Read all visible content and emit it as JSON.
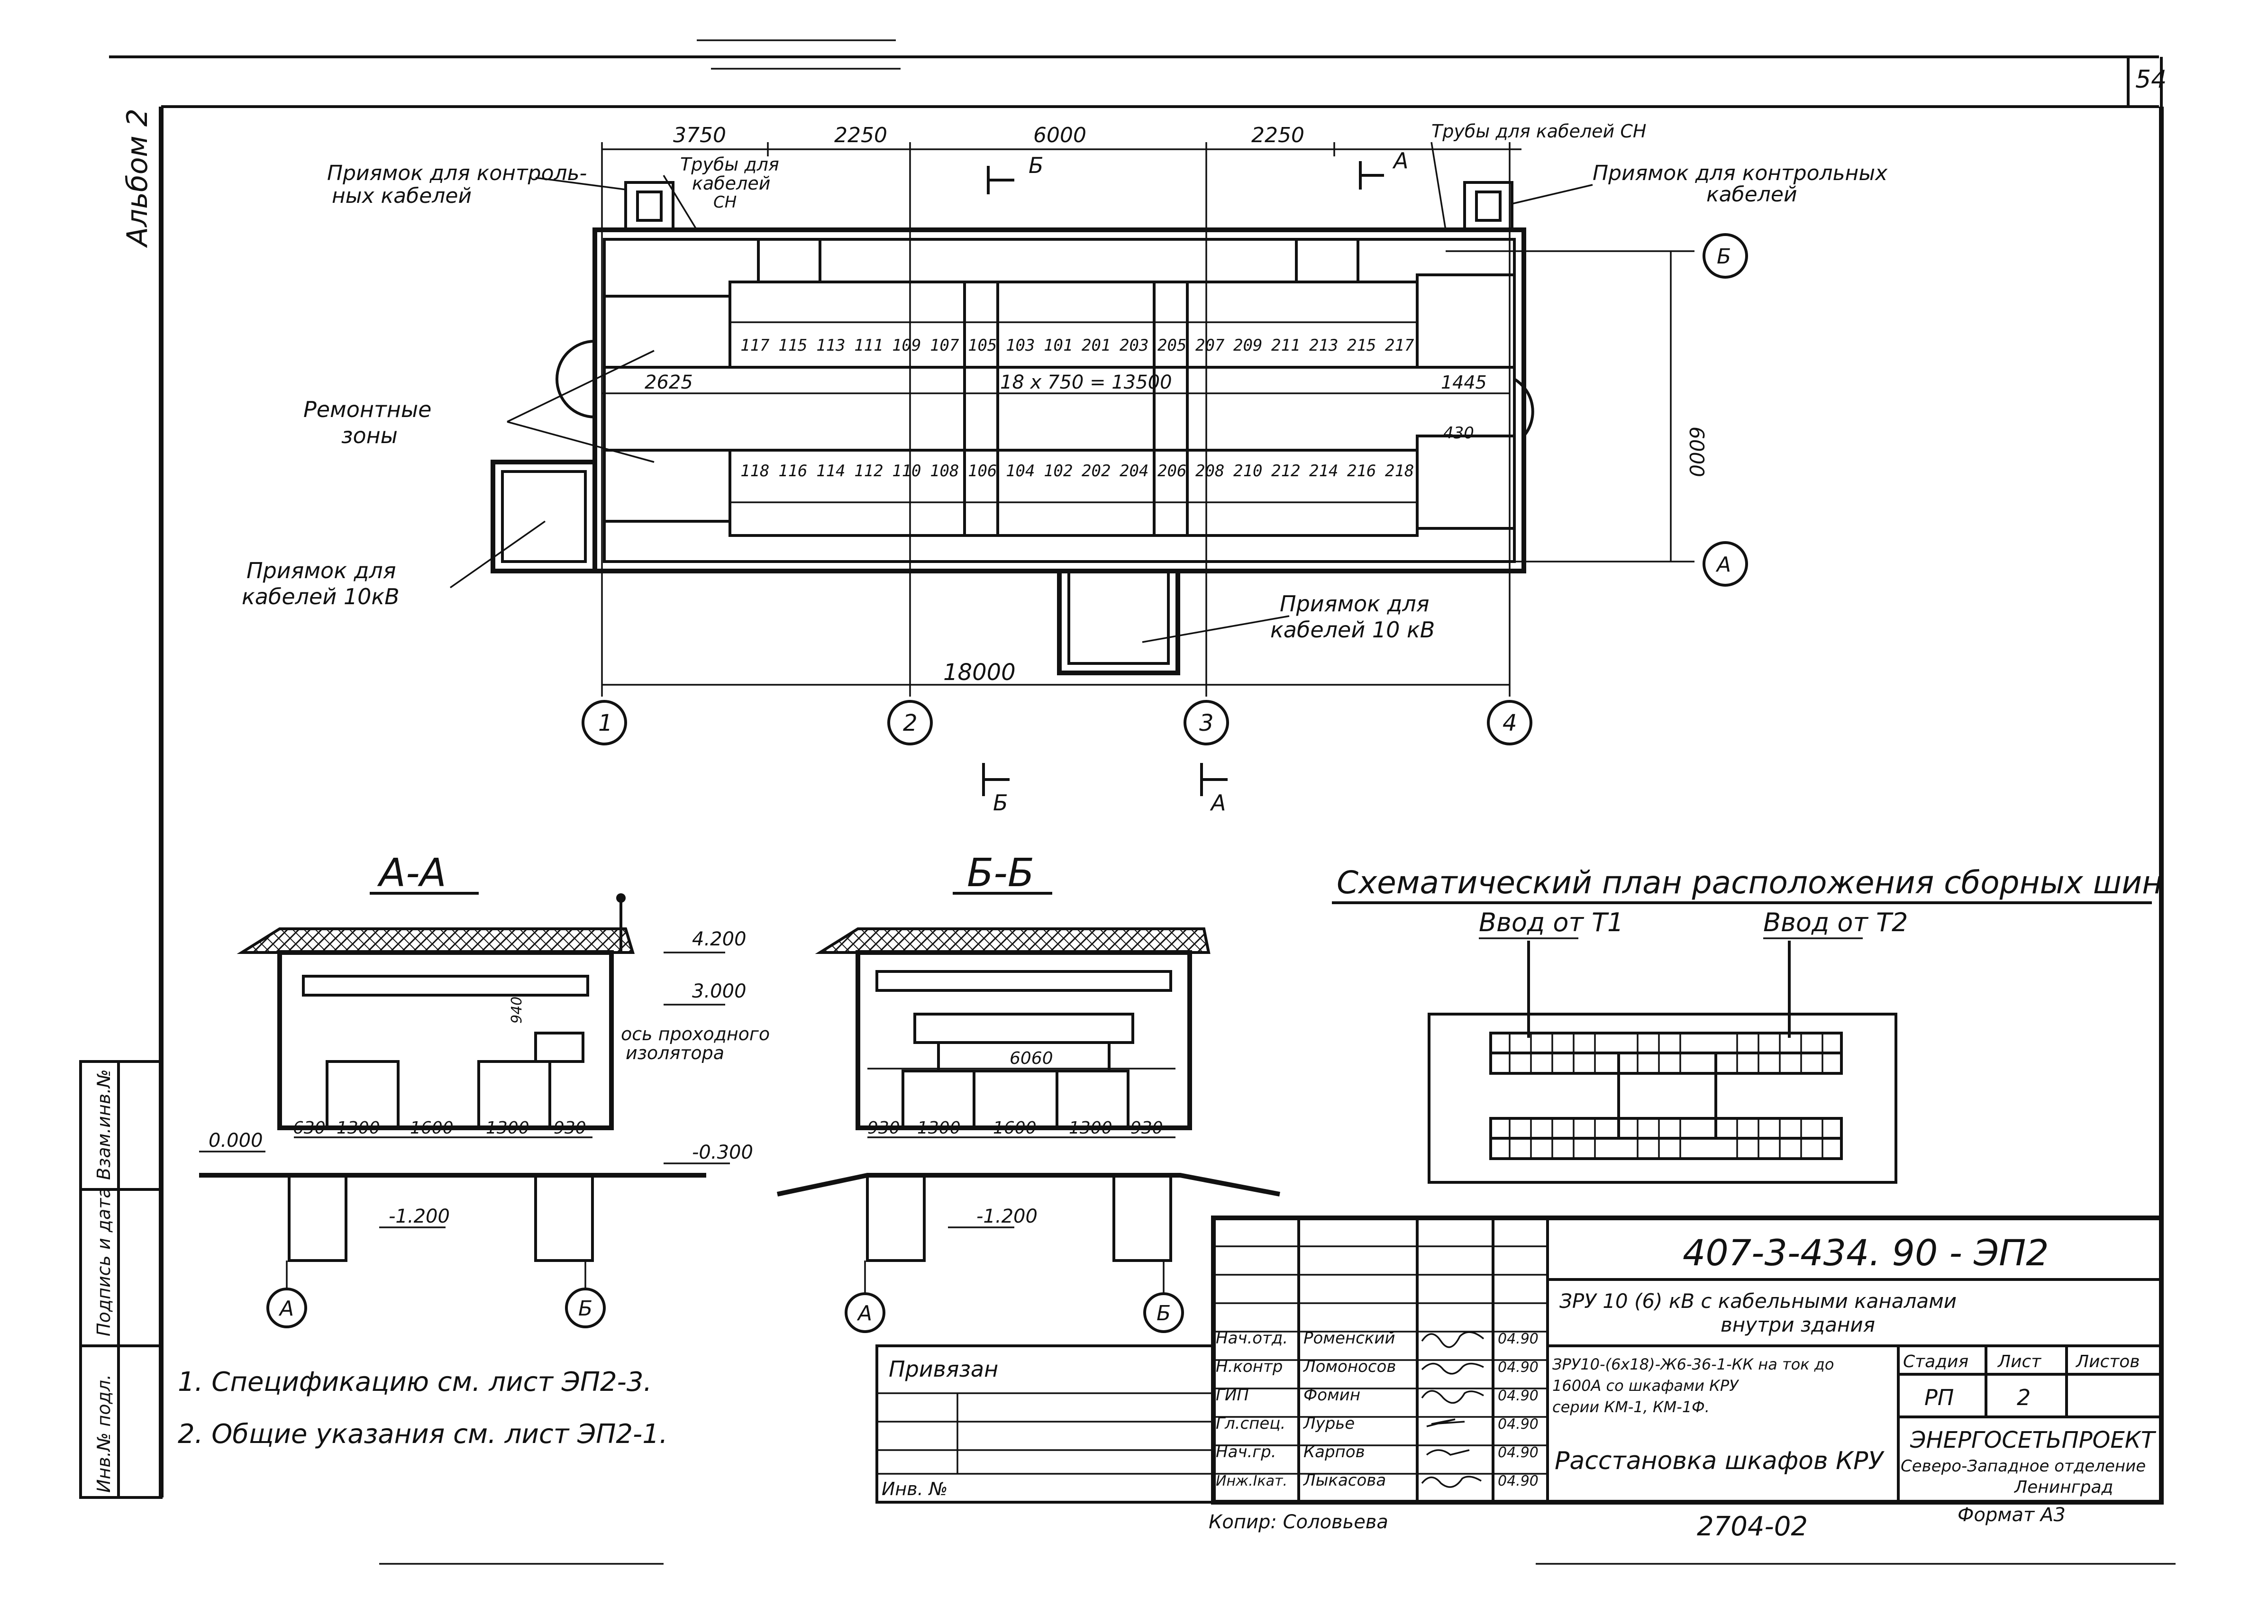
{
  "sheet": {
    "page_number": "54",
    "side_label": "Альбом 2",
    "side_stamp": [
      "Взам.инв.№",
      "Подпись и дата",
      "Инв.№ подл."
    ]
  },
  "plan": {
    "top_dims": [
      "3750",
      "2250",
      "6000",
      "2250"
    ],
    "overall_dim": "18000",
    "inner_dim": "18 x 750 = 13500",
    "left_dim": "2625",
    "right_dim": "1445",
    "small_dim": "430",
    "height_dim": "6000",
    "axes": [
      "1",
      "2",
      "3",
      "4"
    ],
    "rows": [
      "Б",
      "А"
    ],
    "top_cells": [
      "117",
      "115",
      "113",
      "111",
      "109",
      "107",
      "105",
      "103",
      "101",
      "201",
      "203",
      "205",
      "207",
      "209",
      "211",
      "213",
      "215",
      "217"
    ],
    "bottom_cells": [
      "118",
      "116",
      "114",
      "112",
      "110",
      "108",
      "106",
      "104",
      "102",
      "202",
      "204",
      "206",
      "208",
      "210",
      "212",
      "214",
      "216",
      "218"
    ],
    "section_marks": [
      "Б",
      "А"
    ],
    "labels": {
      "pit_control_left": [
        "Приямок для контроль-",
        "ных кабелей"
      ],
      "pipes_sn": [
        "Трубы для",
        "кабелей",
        "СН"
      ],
      "pipes_top": "Трубы для кабелей СН",
      "pit_control_right": [
        "Приямок для контрольных",
        "кабелей"
      ],
      "repair_zones": [
        "Ремонтные",
        "зоны"
      ],
      "pit_10kv_left": [
        "Приямок для",
        "кабелей 10кВ"
      ],
      "pit_10kv_bottom": [
        "Приямок для",
        "кабелей 10 кВ"
      ]
    }
  },
  "section_aa": {
    "title": "А-А",
    "levels": [
      "4.200",
      "3.000",
      "0.000",
      "-0.300",
      "-1.200"
    ],
    "dims": [
      "630",
      "1300",
      "1600",
      "1300",
      "930"
    ],
    "small_dim": "940",
    "note": [
      "ось проходного",
      "изолятора"
    ],
    "axes": [
      "А",
      "Б"
    ]
  },
  "section_bb": {
    "title": "Б-Б",
    "dims": [
      "930",
      "1300",
      "1600",
      "1300",
      "930"
    ],
    "span": "6060",
    "level": "-1.200",
    "axes": [
      "А",
      "Б"
    ]
  },
  "schematic": {
    "title": "Схематический план расположения сборных шин",
    "inputs": [
      "Ввод от Т1",
      "Ввод от Т2"
    ]
  },
  "notes": [
    "1. Спецификацию см. лист ЭП2-3.",
    "2. Общие указания см. лист ЭП2-1."
  ],
  "stamp": {
    "binding": "Привязан",
    "inv": "Инв. №",
    "code": "407-3-434. 90 - ЭП2",
    "title_line1": "ЗРУ 10 (6) кВ с кабельными каналами",
    "title_line2": "внутри здания",
    "desc": [
      "ЗРУ10-(6x18)-Ж6-36-1-КК на ток до",
      "1600А со шкафами КРУ",
      "серии КМ-1, КМ-1Ф."
    ],
    "drawing_title": "Расстановка шкафов КРУ",
    "stage_head": "Стадия",
    "sheet_head": "Лист",
    "sheets_head": "Листов",
    "stage": "РП",
    "sheet_no": "2",
    "org": "ЭНЕРГОСЕТЬПРОЕКТ",
    "org_sub1": "Северо-Западное отделение",
    "org_sub2": "Ленинград",
    "people": [
      {
        "role": "Нач.отд.",
        "name": "Роменский",
        "date": "04.90"
      },
      {
        "role": "Н.контр",
        "name": "Ломоносов",
        "date": "04.90"
      },
      {
        "role": "ГИП",
        "name": "Фомин",
        "date": "04.90"
      },
      {
        "role": "Гл.спец.",
        "name": "Лурье",
        "date": "04.90"
      },
      {
        "role": "Нач.гр.",
        "name": "Карпов",
        "date": "04.90"
      },
      {
        "role": "Инж.Ікат.",
        "name": "Лыкасова",
        "date": "04.90"
      }
    ],
    "copied": "Копир: Соловьева",
    "number": "2704-02",
    "format": "Формат А3"
  }
}
